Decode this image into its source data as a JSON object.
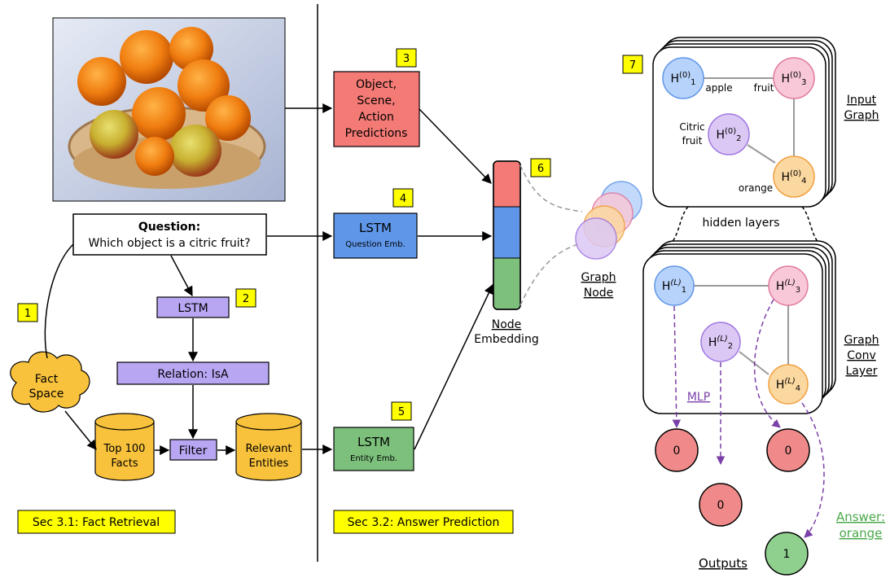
{
  "badges": {
    "b1": "1",
    "b2": "2",
    "b3": "3",
    "b4": "4",
    "b5": "5",
    "b6": "6",
    "b7": "7"
  },
  "question": {
    "title": "Question:",
    "text": "Which object is a citric fruit?"
  },
  "retrieval": {
    "lstm": "LSTM",
    "relation": "Relation: IsA",
    "fact_space_1": "Fact",
    "fact_space_2": "Space",
    "top100_1": "Top 100",
    "top100_2": "Facts",
    "filter": "Filter",
    "relevant_1": "Relevant",
    "relevant_2": "Entities"
  },
  "prediction": {
    "obj_1": "Object,",
    "obj_2": "Scene,",
    "obj_3": "Action",
    "obj_4": "Predictions",
    "q_lstm": "LSTM",
    "q_emb": "Question Emb.",
    "e_lstm": "LSTM",
    "e_emb": "Entity Emb."
  },
  "node_embedding": {
    "l1": "Node",
    "l2": "Embedding"
  },
  "graph_node": {
    "l1": "Graph",
    "l2": "Node"
  },
  "input_graph": {
    "label_1": "Input",
    "label_2": "Graph",
    "h1": "H",
    "h1_sup": "(0)",
    "h1_sub": "1",
    "h2": "H",
    "h2_sup": "(0)",
    "h2_sub": "2",
    "h3": "H",
    "h3_sup": "(0)",
    "h3_sub": "3",
    "h4": "H",
    "h4_sup": "(0)",
    "h4_sub": "4",
    "apple": "apple",
    "fruit": "fruit",
    "citric_1": "Citric",
    "citric_2": "fruit",
    "orange": "orange"
  },
  "hidden_layers": "hidden layers",
  "gcn": {
    "label_1": "Graph",
    "label_2": "Conv",
    "label_3": "Layer",
    "h1": "H",
    "h1_sup": "(L)",
    "h1_sub": "1",
    "h2": "H",
    "h2_sup": "(L)",
    "h2_sub": "2",
    "h3": "H",
    "h3_sup": "(L)",
    "h3_sub": "3",
    "h4": "H",
    "h4_sup": "(L)",
    "h4_sub": "4",
    "mlp": "MLP"
  },
  "outputs": {
    "o1": "0",
    "o2": "0",
    "o3": "0",
    "o4": "1",
    "label": "Outputs",
    "answer_1": "Answer:",
    "answer_2": "orange"
  },
  "sections": {
    "s1": "Sec 3.1: Fact Retrieval",
    "s2": "Sec 3.2: Answer Prediction"
  },
  "colors": {
    "badge": "#ffff00",
    "lstm_purple": "#b9a6f3",
    "red": "#f47a75",
    "blue": "#5f96e8",
    "green": "#7cc07c",
    "cylinder": "#f9c23c",
    "node_blue": "#b8d3fb",
    "node_purple": "#dcc8f5",
    "node_pink": "#f8c8d8",
    "node_orange": "#fbd8a0",
    "output": "#f08a8a",
    "output_green": "#8fd08f",
    "mlp": "#7b3fa8",
    "answer": "#4aa84a"
  }
}
